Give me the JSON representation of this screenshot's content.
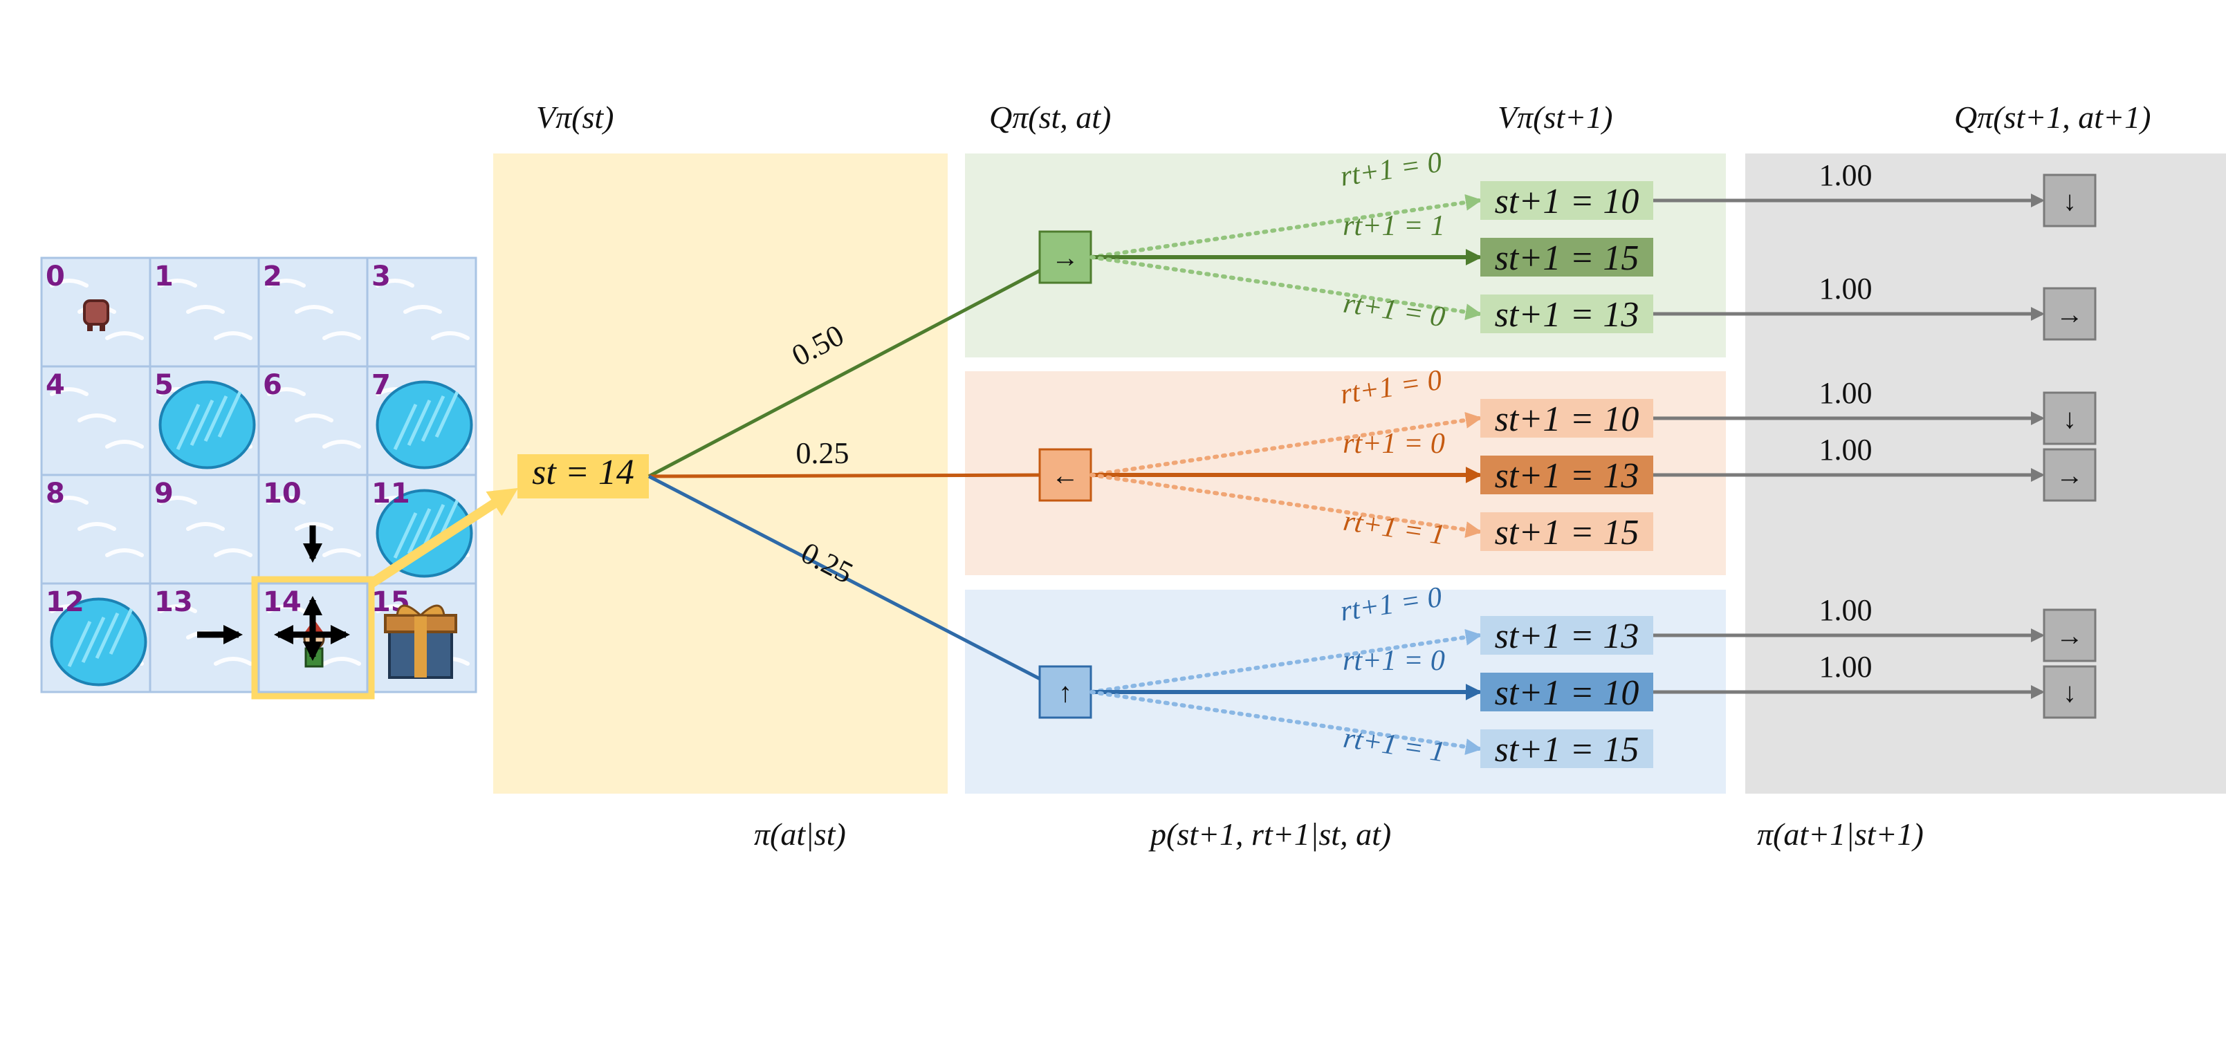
{
  "headers": {
    "v_state": "Vπ(st)",
    "q_state_action": "Qπ(st, at)",
    "v_next_state": "Vπ(st+1)",
    "q_next": "Qπ(st+1, at+1)"
  },
  "footers": {
    "policy": "π(at|st)",
    "transition": "p(st+1, rt+1|st, at)",
    "next_policy": "π(at+1|st+1)"
  },
  "colors": {
    "right_action": "#4e7d2e",
    "left_action": "#c55a11",
    "up_action": "#2e6aa8",
    "state_highlight": "#ffd966",
    "policy_panel": "#fff2cc",
    "q_panel": "#e2e2e2",
    "grid_tile": "#dbe9f8",
    "hole": "#3fc3ec",
    "cell_number": "#7a1a86"
  },
  "grid": {
    "cells": [
      "0",
      "1",
      "2",
      "3",
      "4",
      "5",
      "6",
      "7",
      "8",
      "9",
      "10",
      "11",
      "12",
      "13",
      "14",
      "15"
    ],
    "holes": [
      5,
      7,
      11,
      12
    ],
    "start_cell": 0,
    "goal_cell": 15,
    "agent_cell": 14
  },
  "state": {
    "label": "st = 14"
  },
  "actions": [
    {
      "glyph": "→",
      "icon": "right-arrow-icon",
      "probability": "0.50",
      "outcomes": [
        {
          "reward": "rt+1 = 0",
          "next_state": "st+1 = 10",
          "next_action": "↓",
          "next_action_icon": "down-arrow-icon",
          "next_prob": "1.00"
        },
        {
          "reward": "rt+1 = 1",
          "next_state": "st+1 = 15",
          "next_action": "",
          "next_prob": ""
        },
        {
          "reward": "rt+1 = 0",
          "next_state": "st+1 = 13",
          "next_action": "→",
          "next_action_icon": "right-arrow-icon",
          "next_prob": "1.00"
        }
      ]
    },
    {
      "glyph": "←",
      "icon": "left-arrow-icon",
      "probability": "0.25",
      "outcomes": [
        {
          "reward": "rt+1 = 0",
          "next_state": "st+1 = 10",
          "next_action": "↓",
          "next_action_icon": "down-arrow-icon",
          "next_prob": "1.00"
        },
        {
          "reward": "rt+1 = 0",
          "next_state": "st+1 = 13",
          "next_action": "→",
          "next_action_icon": "right-arrow-icon",
          "next_prob": "1.00"
        },
        {
          "reward": "rt+1 = 1",
          "next_state": "st+1 = 15",
          "next_action": "",
          "next_prob": ""
        }
      ]
    },
    {
      "glyph": "↑",
      "icon": "up-arrow-icon",
      "probability": "0.25",
      "outcomes": [
        {
          "reward": "rt+1 = 0",
          "next_state": "st+1 = 13",
          "next_action": "→",
          "next_action_icon": "right-arrow-icon",
          "next_prob": "1.00"
        },
        {
          "reward": "rt+1 = 0",
          "next_state": "st+1 = 10",
          "next_action": "↓",
          "next_action_icon": "down-arrow-icon",
          "next_prob": "1.00"
        },
        {
          "reward": "rt+1 = 1",
          "next_state": "st+1 = 15",
          "next_action": "",
          "next_prob": ""
        }
      ]
    }
  ]
}
